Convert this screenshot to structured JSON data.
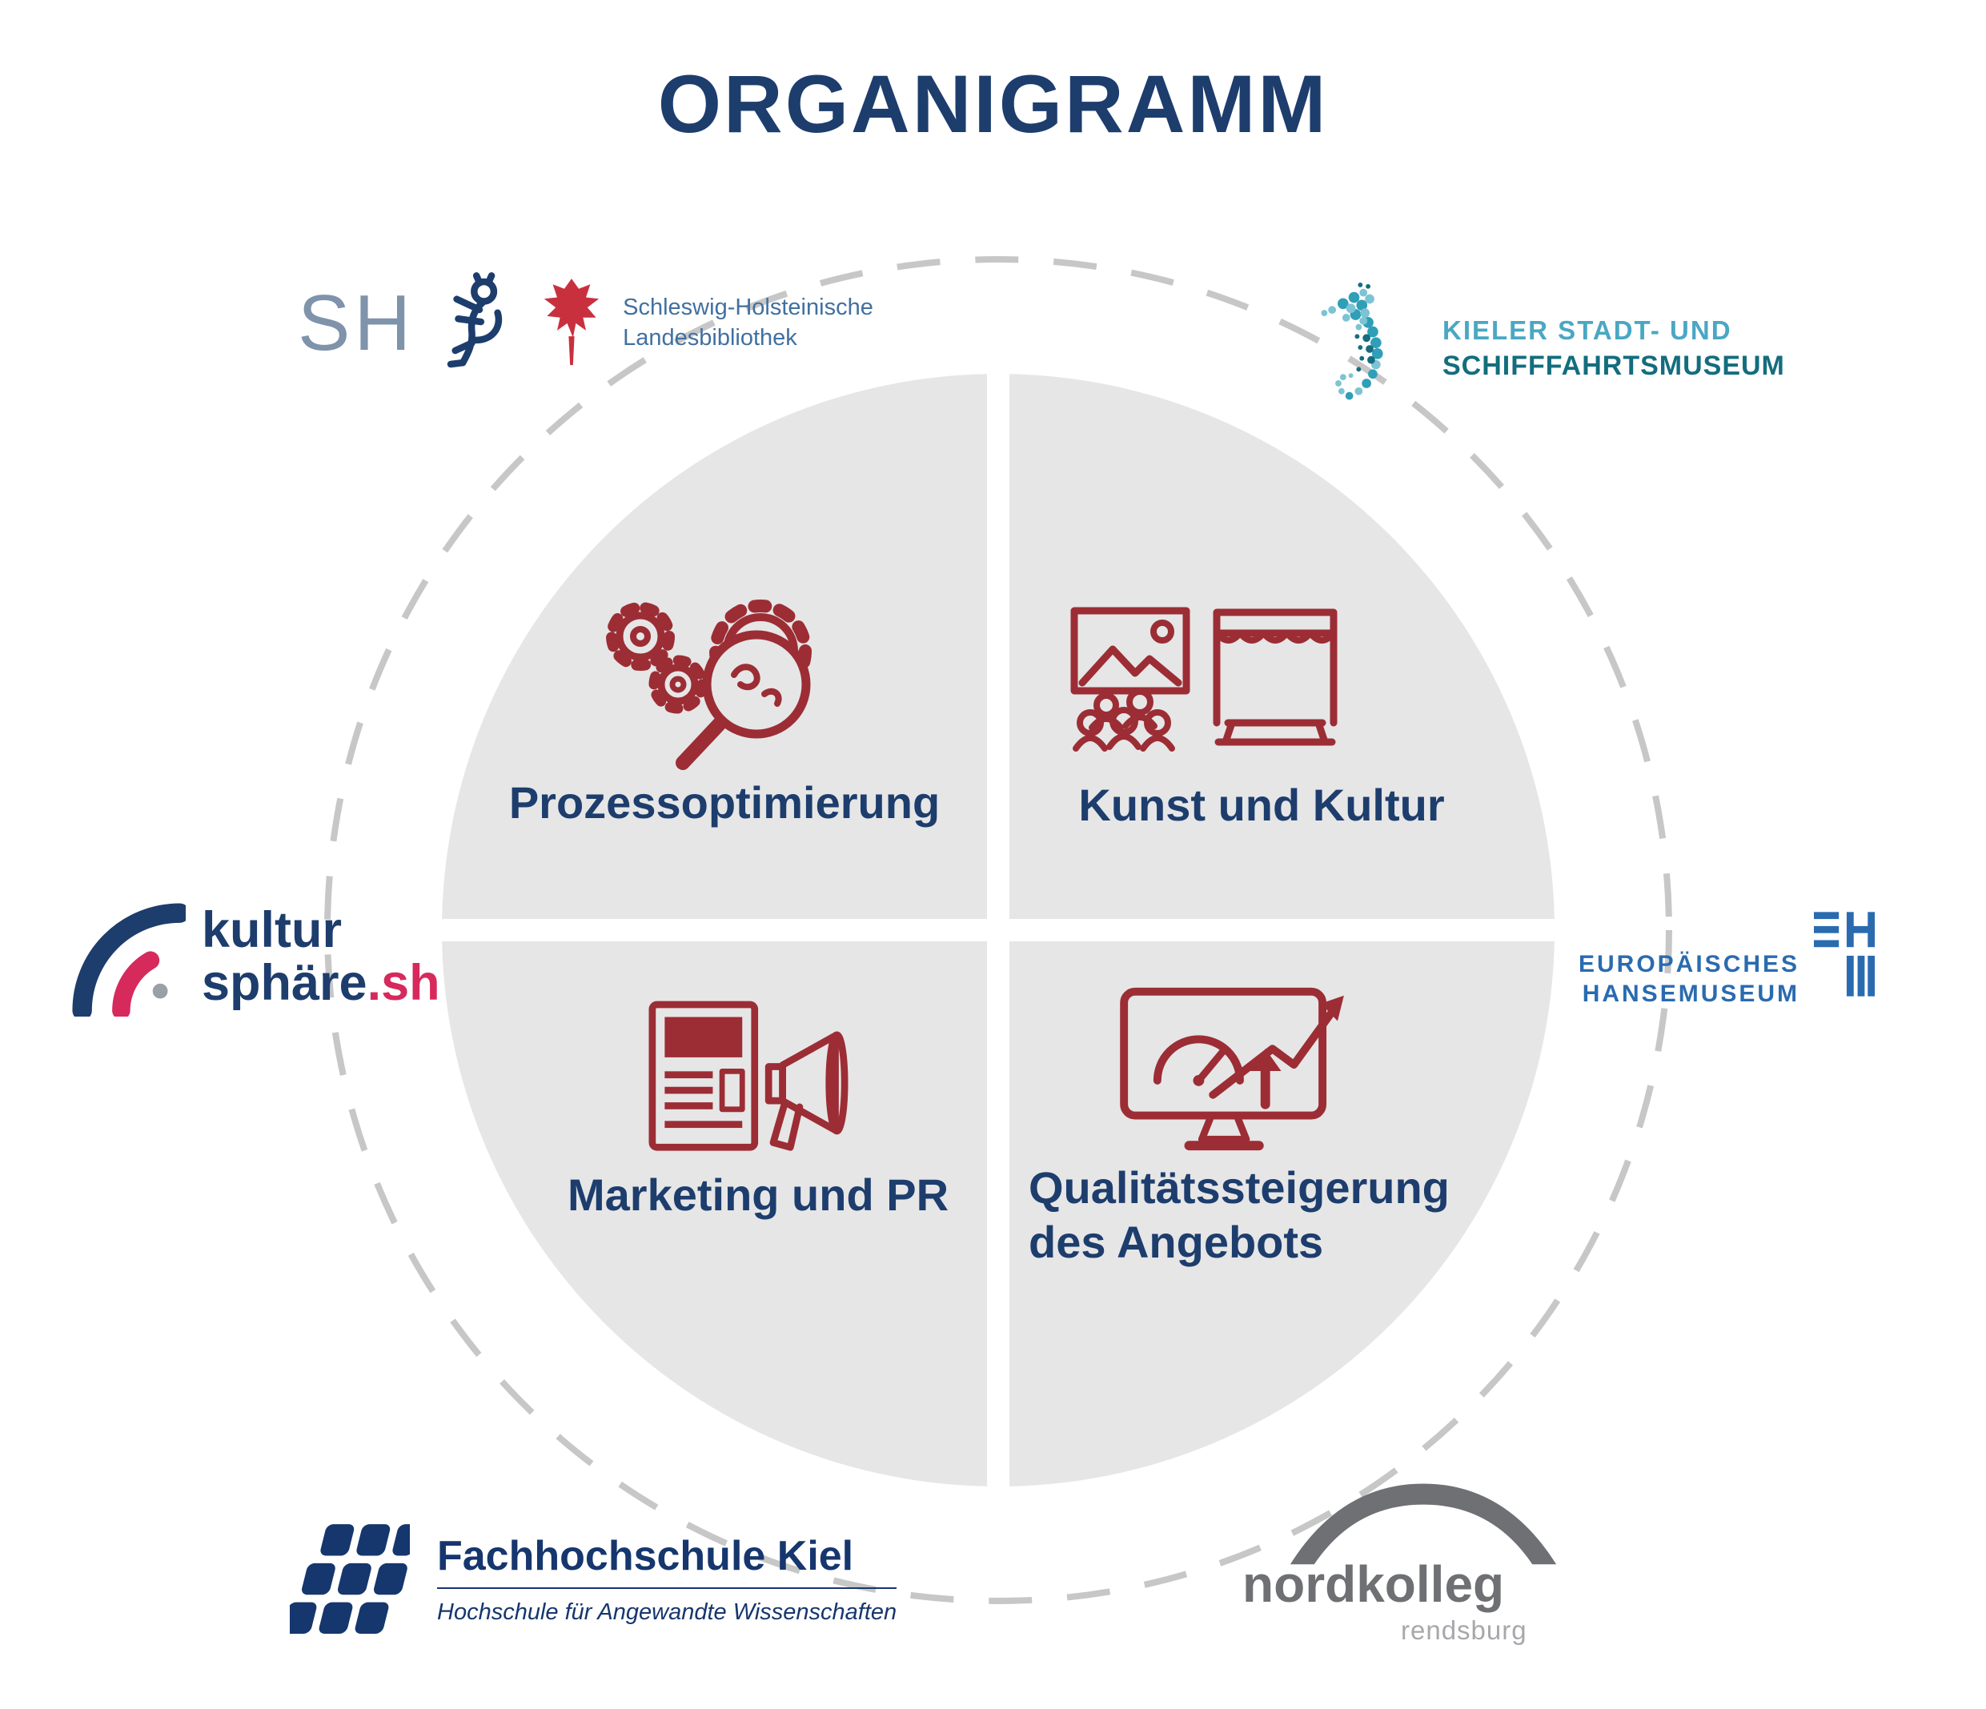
{
  "title": "ORGANIGRAMM",
  "circle": {
    "quadrants": {
      "top_left": {
        "label": "Prozessoptimierung",
        "icon": "gears-magnifier-icon"
      },
      "top_right": {
        "label": "Kunst und Kultur",
        "icon": "art-stage-icon"
      },
      "bottom_left": {
        "label": "Marketing und PR",
        "icon": "newspaper-megaphone-icon"
      },
      "bottom_right": {
        "label_line1": "Qualitätssteigerung",
        "label_line2": "des Angebots",
        "icon": "monitor-growth-icon"
      }
    }
  },
  "logos": {
    "landesbibliothek": {
      "abbr": "SH",
      "name_line1": "Schleswig-Holsteinische",
      "name_line2": "Landesbibliothek"
    },
    "schifffahrtsmuseum": {
      "name_line1": "KIELER STADT- UND",
      "name_line2": "SCHIFFFAHRTSMUSEUM"
    },
    "kultursphaere": {
      "word1": "kultur",
      "word2": "sphäre",
      "suffix": ".sh"
    },
    "hansemuseum": {
      "name_line1": "EUROPÄISCHES",
      "name_line2": "HANSEMUSEUM"
    },
    "fachhochschule_kiel": {
      "name": "Fachhochschule Kiel",
      "subtitle": "Hochschule für Angewandte Wissenschaften"
    },
    "nordkolleg": {
      "name": "nordkolleg",
      "subtitle": "rendsburg"
    }
  },
  "colors": {
    "navy": "#1d3d6d",
    "icon_maroon": "#9c2d35",
    "circle_gray": "#e6e6e6",
    "dash_gray": "#c7c7c7",
    "teal_light": "#4aa7c4",
    "teal_dark": "#136d7e",
    "hanse_blue": "#2a6bb0",
    "kultur_pink": "#d62a5c",
    "sh_gray_blue": "#7f93ab",
    "sh_leaf_red": "#c9303e",
    "bib_blue": "#41709f",
    "fh_navy": "#16366e",
    "nordkolleg_gray": "#6e7073",
    "nordkolleg_light": "#a6a8ab"
  }
}
